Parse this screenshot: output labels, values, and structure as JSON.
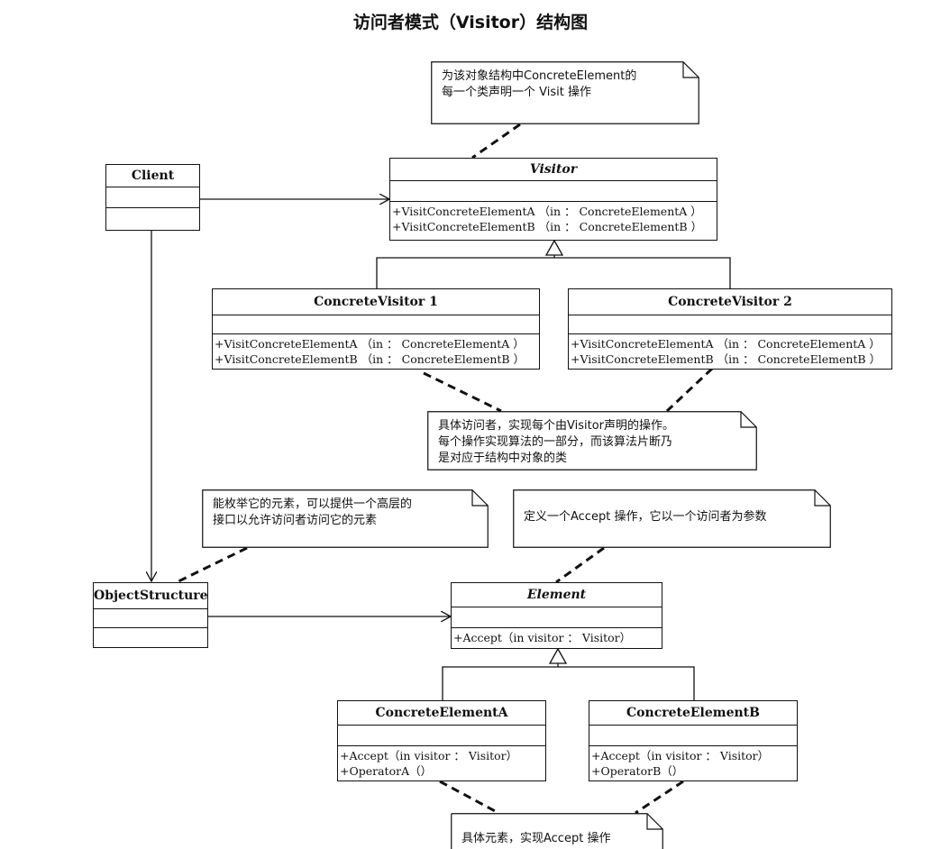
{
  "title": "访问者模式（Visitor）结构图",
  "notes": {
    "visitor_note": [
      "为该对象结构中ConcreteElement的",
      "每一个类声明一个 Visit 操作"
    ],
    "concrete_visitor_note": [
      "具体访问者，实现每个由Visitor声明的操作。",
      "每个操作实现算法的一部分，而该算法片断乃",
      "是对应于结构中对象的类"
    ],
    "object_structure_note": [
      "能枚举它的元素，可以提供一个高层的",
      "接口以允许访问者访问它的元素"
    ],
    "element_note": [
      "定义一个Accept 操作，它以一个访问者为参数"
    ],
    "concrete_element_note": [
      "具体元素，实现Accept 操作"
    ]
  },
  "classes": {
    "client": {
      "name": "Client",
      "ops": []
    },
    "visitor": {
      "name": "Visitor",
      "ops": [
        "+VisitConcreteElementA （in  ： ConcreteElementA ）",
        "+VisitConcreteElementB （in  ： ConcreteElementB ）"
      ]
    },
    "concrete_visitor_1": {
      "name": "ConcreteVisitor 1",
      "ops": [
        "+VisitConcreteElementA （in  ： ConcreteElementA ）",
        "+VisitConcreteElementB （in  ： ConcreteElementB ）"
      ]
    },
    "concrete_visitor_2": {
      "name": "ConcreteVisitor 2",
      "ops": [
        "+VisitConcreteElementA （in  ： ConcreteElementA ）",
        "+VisitConcreteElementB （in  ： ConcreteElementB ）"
      ]
    },
    "object_structure": {
      "name": "ObjectStructure",
      "ops": []
    },
    "element": {
      "name": "Element",
      "ops": [
        "+Accept（in visitor  ： Visitor）"
      ]
    },
    "concrete_element_a": {
      "name": "ConcreteElementA",
      "ops": [
        "+Accept（in visitor  ： Visitor）",
        "+OperatorA（）"
      ]
    },
    "concrete_element_b": {
      "name": "ConcreteElementB",
      "ops": [
        "+Accept（in visitor  ： Visitor）",
        "+OperatorB（）"
      ]
    }
  }
}
